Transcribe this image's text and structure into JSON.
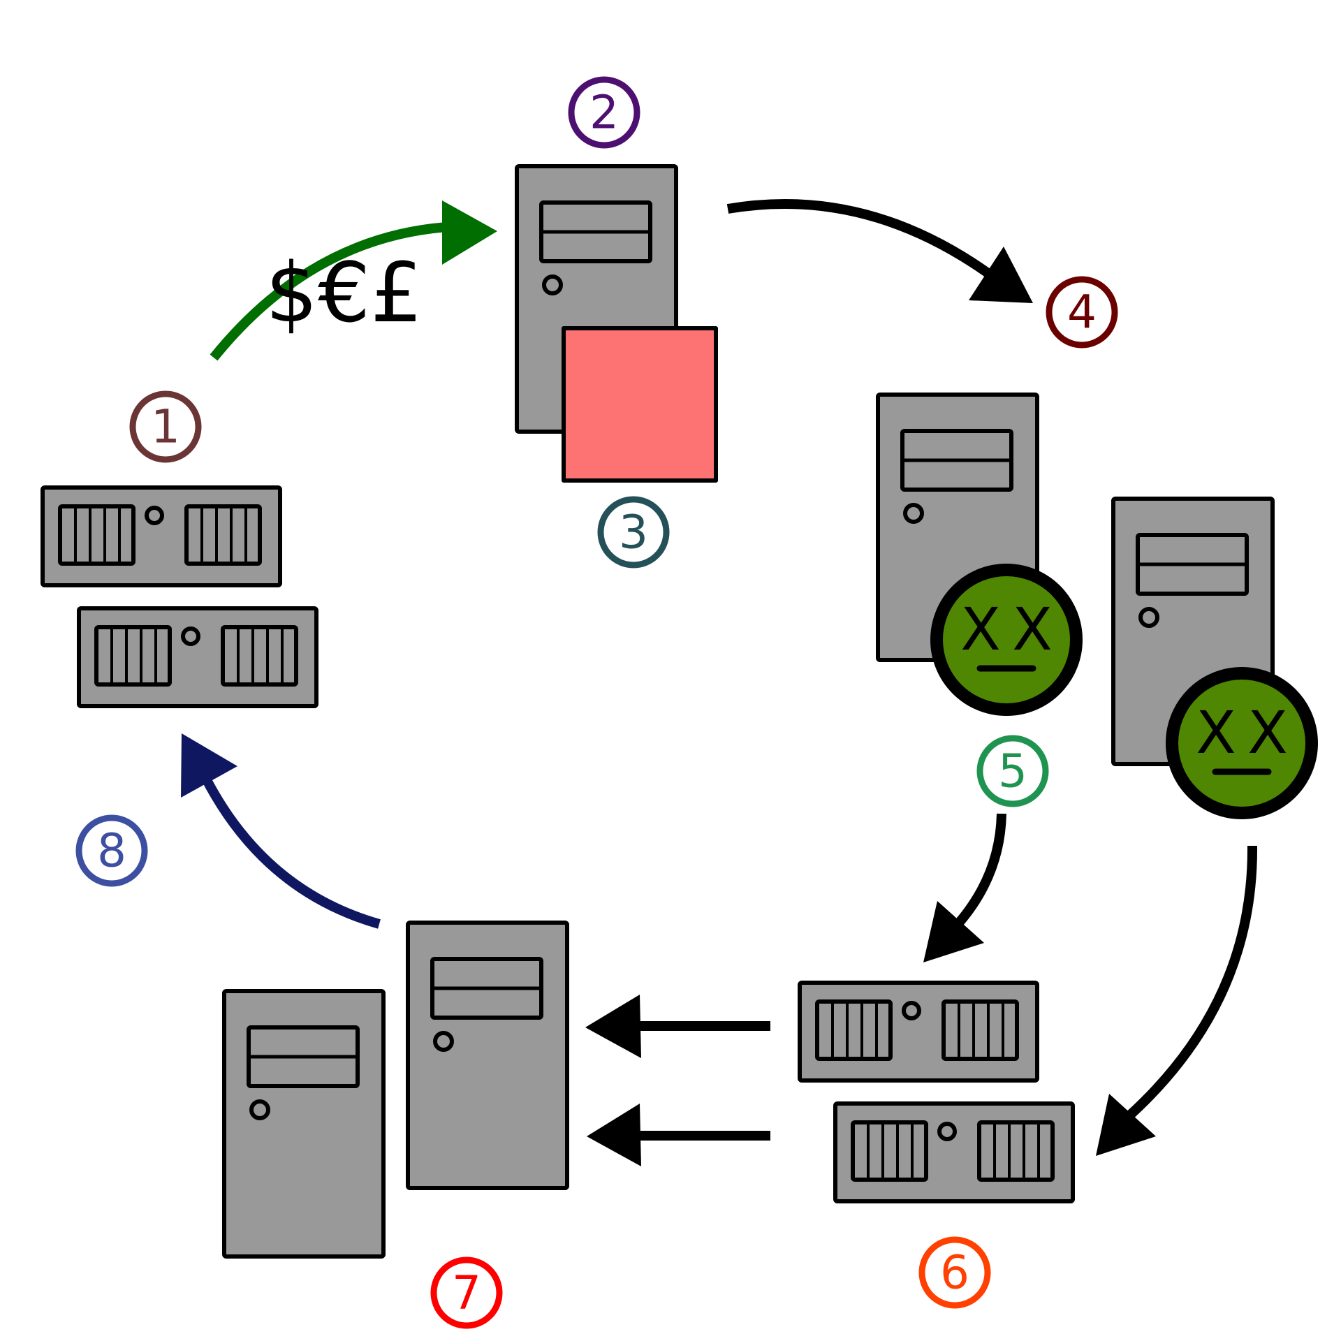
{
  "currency_label": "$€£",
  "steps": [
    {
      "id": "1",
      "label": "1",
      "color": "#6b3535"
    },
    {
      "id": "2",
      "label": "2",
      "color": "#4d1070"
    },
    {
      "id": "3",
      "label": "3",
      "color": "#245057"
    },
    {
      "id": "4",
      "label": "4",
      "color": "#6b0000"
    },
    {
      "id": "5",
      "label": "5",
      "color": "#1f9450"
    },
    {
      "id": "6",
      "label": "6",
      "color": "#ff4000"
    },
    {
      "id": "7",
      "label": "7",
      "color": "#ff0000"
    },
    {
      "id": "8",
      "label": "8",
      "color": "#3d4fa0"
    }
  ],
  "faces": {
    "eye_left": "X",
    "eye_right": "X"
  },
  "colors": {
    "device_gray": "#999999",
    "payment_arrow": "#006e00",
    "return_arrow": "#0f1760",
    "payload_box": "#fd7373",
    "dead_face": "#4f8702"
  },
  "icons": [
    "rack-server-icon",
    "tower-server-icon",
    "dead-face-icon",
    "arrow-icon"
  ]
}
